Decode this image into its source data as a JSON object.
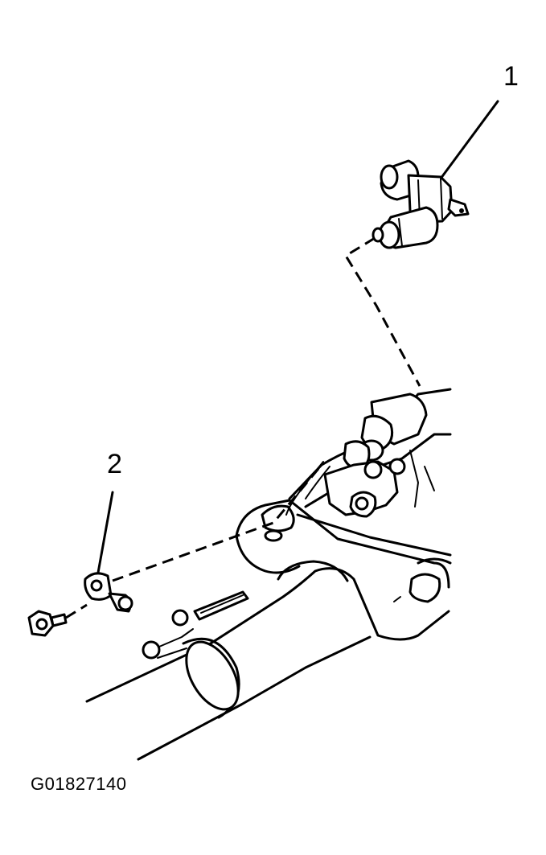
{
  "callouts": [
    {
      "id": "1",
      "label": "1"
    },
    {
      "id": "2",
      "label": "2"
    }
  ],
  "figure_id": "G01827140",
  "colors": {
    "line": "#000000",
    "background": "#ffffff"
  }
}
